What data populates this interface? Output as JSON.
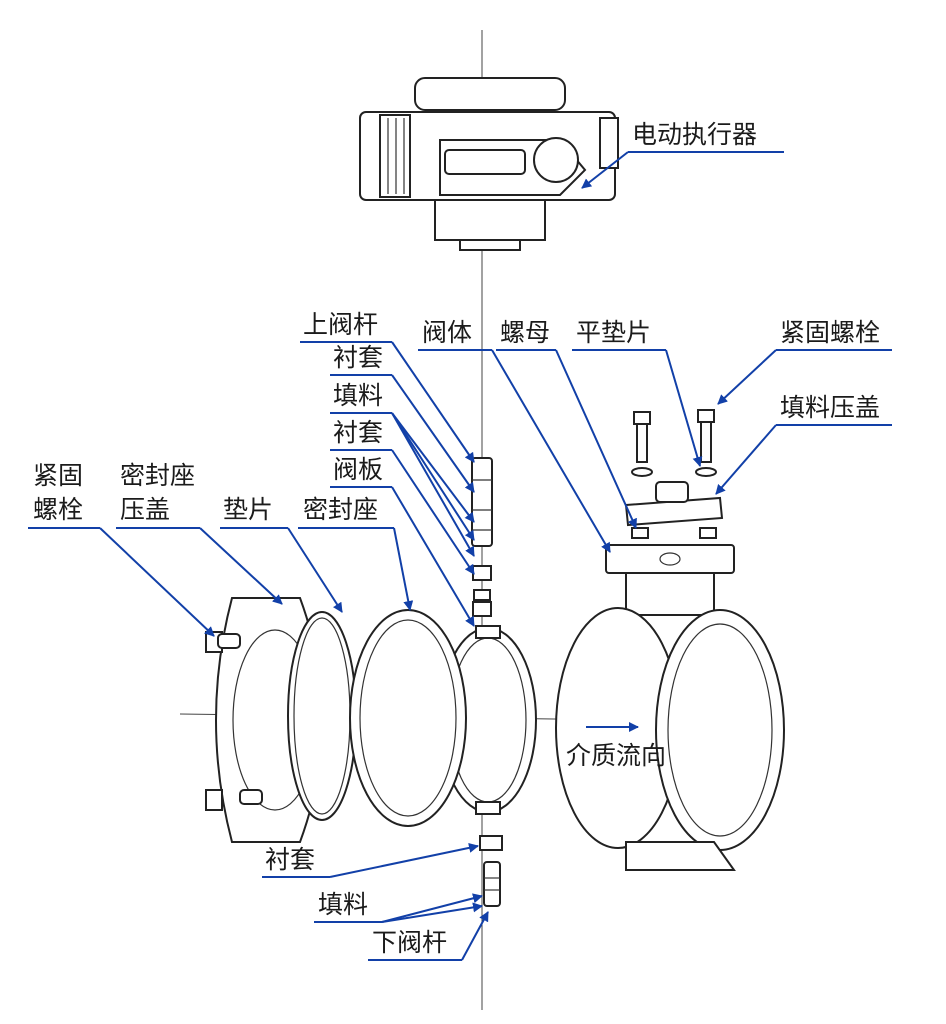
{
  "labels": {
    "actuator": "电动执行器",
    "upper_stem": "上阀杆",
    "bushing_1": "衬套",
    "packing_1": "填料",
    "bushing_2": "衬套",
    "disc": "阀板",
    "body": "阀体",
    "nut": "螺母",
    "flat_washer": "平垫片",
    "bolt_top_right": "紧固螺栓",
    "packing_gland": "填料压盖",
    "bolt_left_line1": "紧固",
    "bolt_left_line2": "螺栓",
    "seat_cover_line1": "密封座",
    "seat_cover_line2": "压盖",
    "gasket": "垫片",
    "seat": "密封座",
    "flow_direction": "介质流向",
    "bushing_bottom": "衬套",
    "packing_bottom": "填料",
    "lower_stem": "下阀杆"
  },
  "colors": {
    "leader": "#1240a8",
    "outline": "#222222",
    "text": "#1b1b1b"
  }
}
